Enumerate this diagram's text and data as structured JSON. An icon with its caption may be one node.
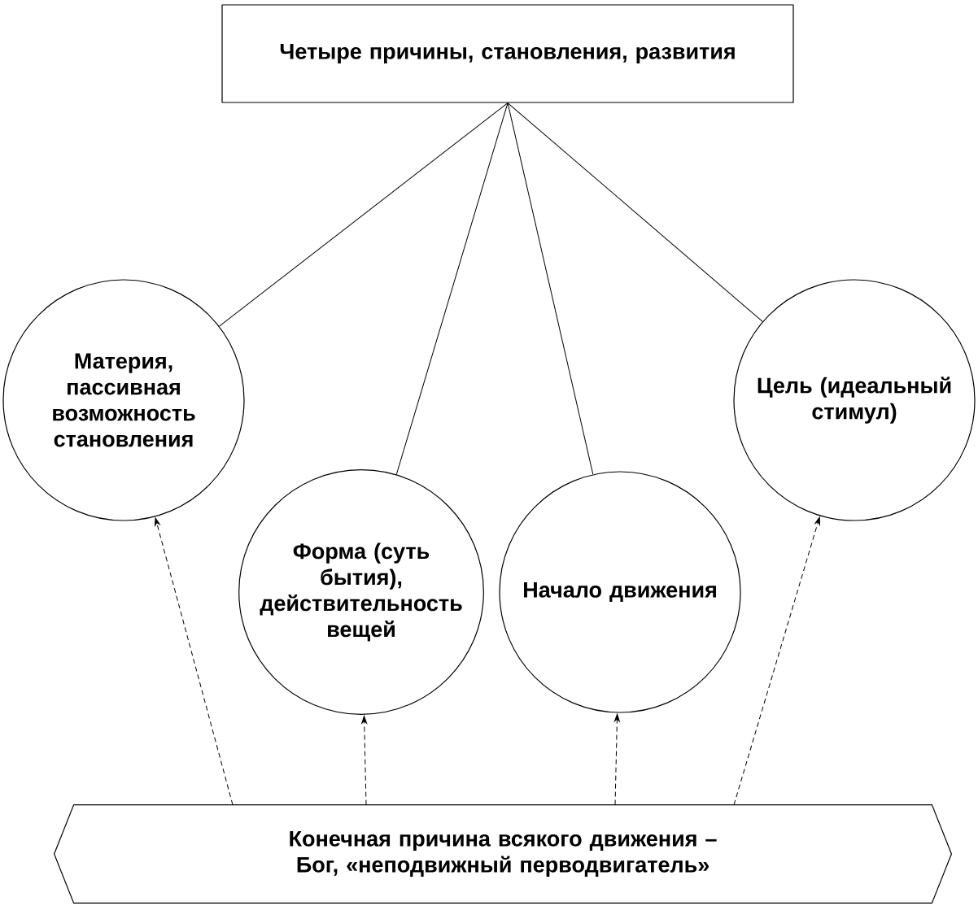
{
  "diagram": {
    "nodes": [
      {
        "text": [
          "Четыре причины, становления, развития"
        ]
      },
      {
        "text": [
          "Материя, пассивная возможность становления"
        ]
      },
      {
        "text": [
          "Форма (суть бытия), действительность вещей"
        ]
      },
      {
        "text": [
          "Начало движения"
        ]
      },
      {
        "text": [
          "Цель (идеальный стимул)"
        ]
      },
      {
        "text": [
          "Конечная причина всякого движения – Бог, «неподвижный перводвигатель»"
        ]
      }
    ],
    "edges": [
      {
        "from": 0,
        "to": 1,
        "arrow": "none"
      },
      {
        "from": 0,
        "to": 2,
        "arrow": "none"
      },
      {
        "from": 0,
        "to": 3,
        "arrow": "none"
      },
      {
        "from": 0,
        "to": 4,
        "arrow": "none"
      },
      {
        "from": 5,
        "to": 1,
        "arrow": "to",
        "style": "dashed"
      },
      {
        "from": 5,
        "to": 2,
        "arrow": "to",
        "style": "dashed"
      },
      {
        "from": 5,
        "to": 3,
        "arrow": "to",
        "style": "dashed"
      },
      {
        "from": 5,
        "to": 4,
        "arrow": "to",
        "style": "dashed"
      }
    ]
  }
}
